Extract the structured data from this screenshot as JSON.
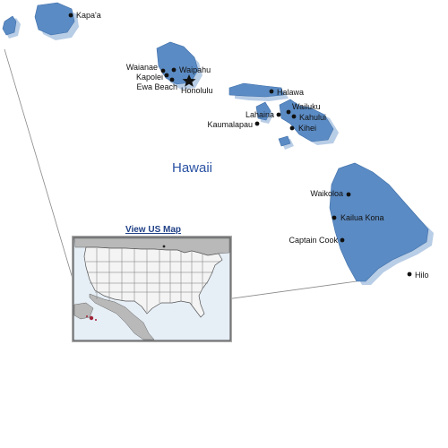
{
  "map": {
    "title": "Hawaii",
    "inset_link": "View US Map",
    "colors": {
      "island": "#5b8bc4",
      "island_shadow": "#b8cde6",
      "title": "#2a52a3",
      "inset_water": "#e6eef6",
      "inset_border": "#444444"
    },
    "cities": {
      "kapaa": "Kapa'a",
      "waianae": "Waianae",
      "waipahu": "Waipahu",
      "kapolei": "Kapolei",
      "ewa_beach": "Ewa Beach",
      "honolulu": "Honolulu",
      "halawa": "Halawa",
      "lahaina": "Lahaina",
      "wailuku": "Wailuku",
      "kahului": "Kahului",
      "kaumalapau": "Kaumalapau",
      "kihei": "Kihei",
      "waikoloa": "Waikoloa",
      "kailua_kona": "Kailua Kona",
      "captain_cook": "Captain Cook",
      "hilo": "Hilo"
    },
    "capital_marker": "star-icon"
  }
}
